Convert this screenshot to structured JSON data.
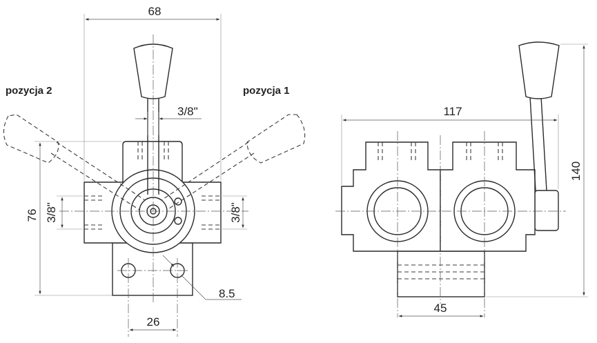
{
  "labels": {
    "position_2": "pozycja 2",
    "position_1": "pozycja 1"
  },
  "dimensions": {
    "front_width": "68",
    "port_thread_top": "3/8\"",
    "port_thread_left": "3/8\"",
    "port_thread_right": "3/8\"",
    "front_height": "76",
    "mount_hole": "8.5",
    "hole_spacing": "26",
    "side_width": "117",
    "side_height": "140",
    "base_width": "45"
  }
}
